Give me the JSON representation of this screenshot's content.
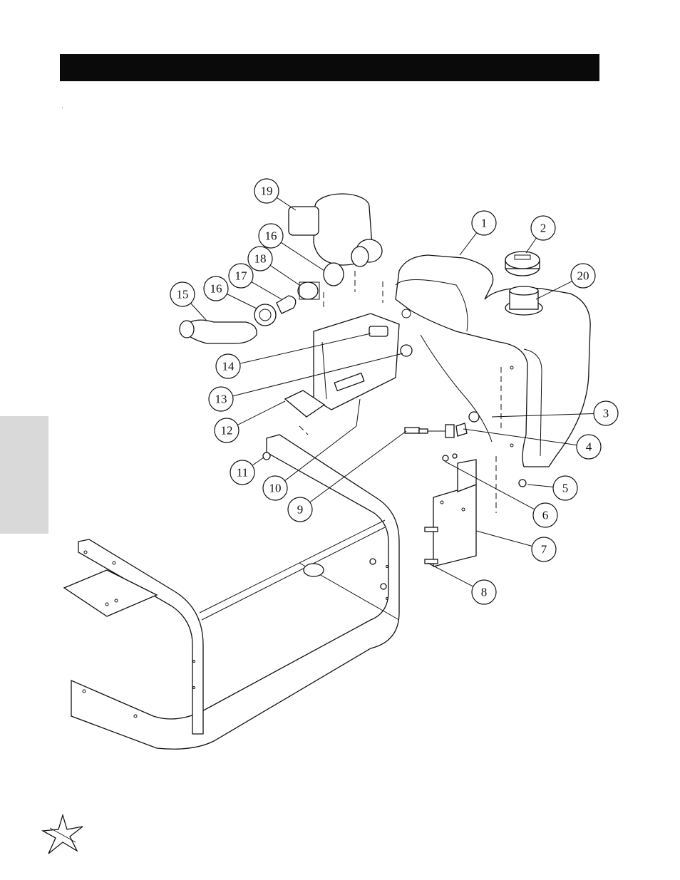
{
  "callouts": [
    {
      "label": "1"
    },
    {
      "label": "2"
    },
    {
      "label": "3"
    },
    {
      "label": "4"
    },
    {
      "label": "5"
    },
    {
      "label": "6"
    },
    {
      "label": "7"
    },
    {
      "label": "8"
    },
    {
      "label": "9"
    },
    {
      "label": "10"
    },
    {
      "label": "11"
    },
    {
      "label": "12"
    },
    {
      "label": "13"
    },
    {
      "label": "14"
    },
    {
      "label": "15"
    },
    {
      "label": "16"
    },
    {
      "label": "17"
    },
    {
      "label": "18"
    },
    {
      "label": "16"
    },
    {
      "label": "19"
    },
    {
      "label": "20"
    }
  ],
  "colors": {
    "header_bar": "#0a0a0a",
    "side_tab": "#d9d9d9",
    "line": "#111111"
  },
  "icons": [
    "star-logo-icon"
  ]
}
